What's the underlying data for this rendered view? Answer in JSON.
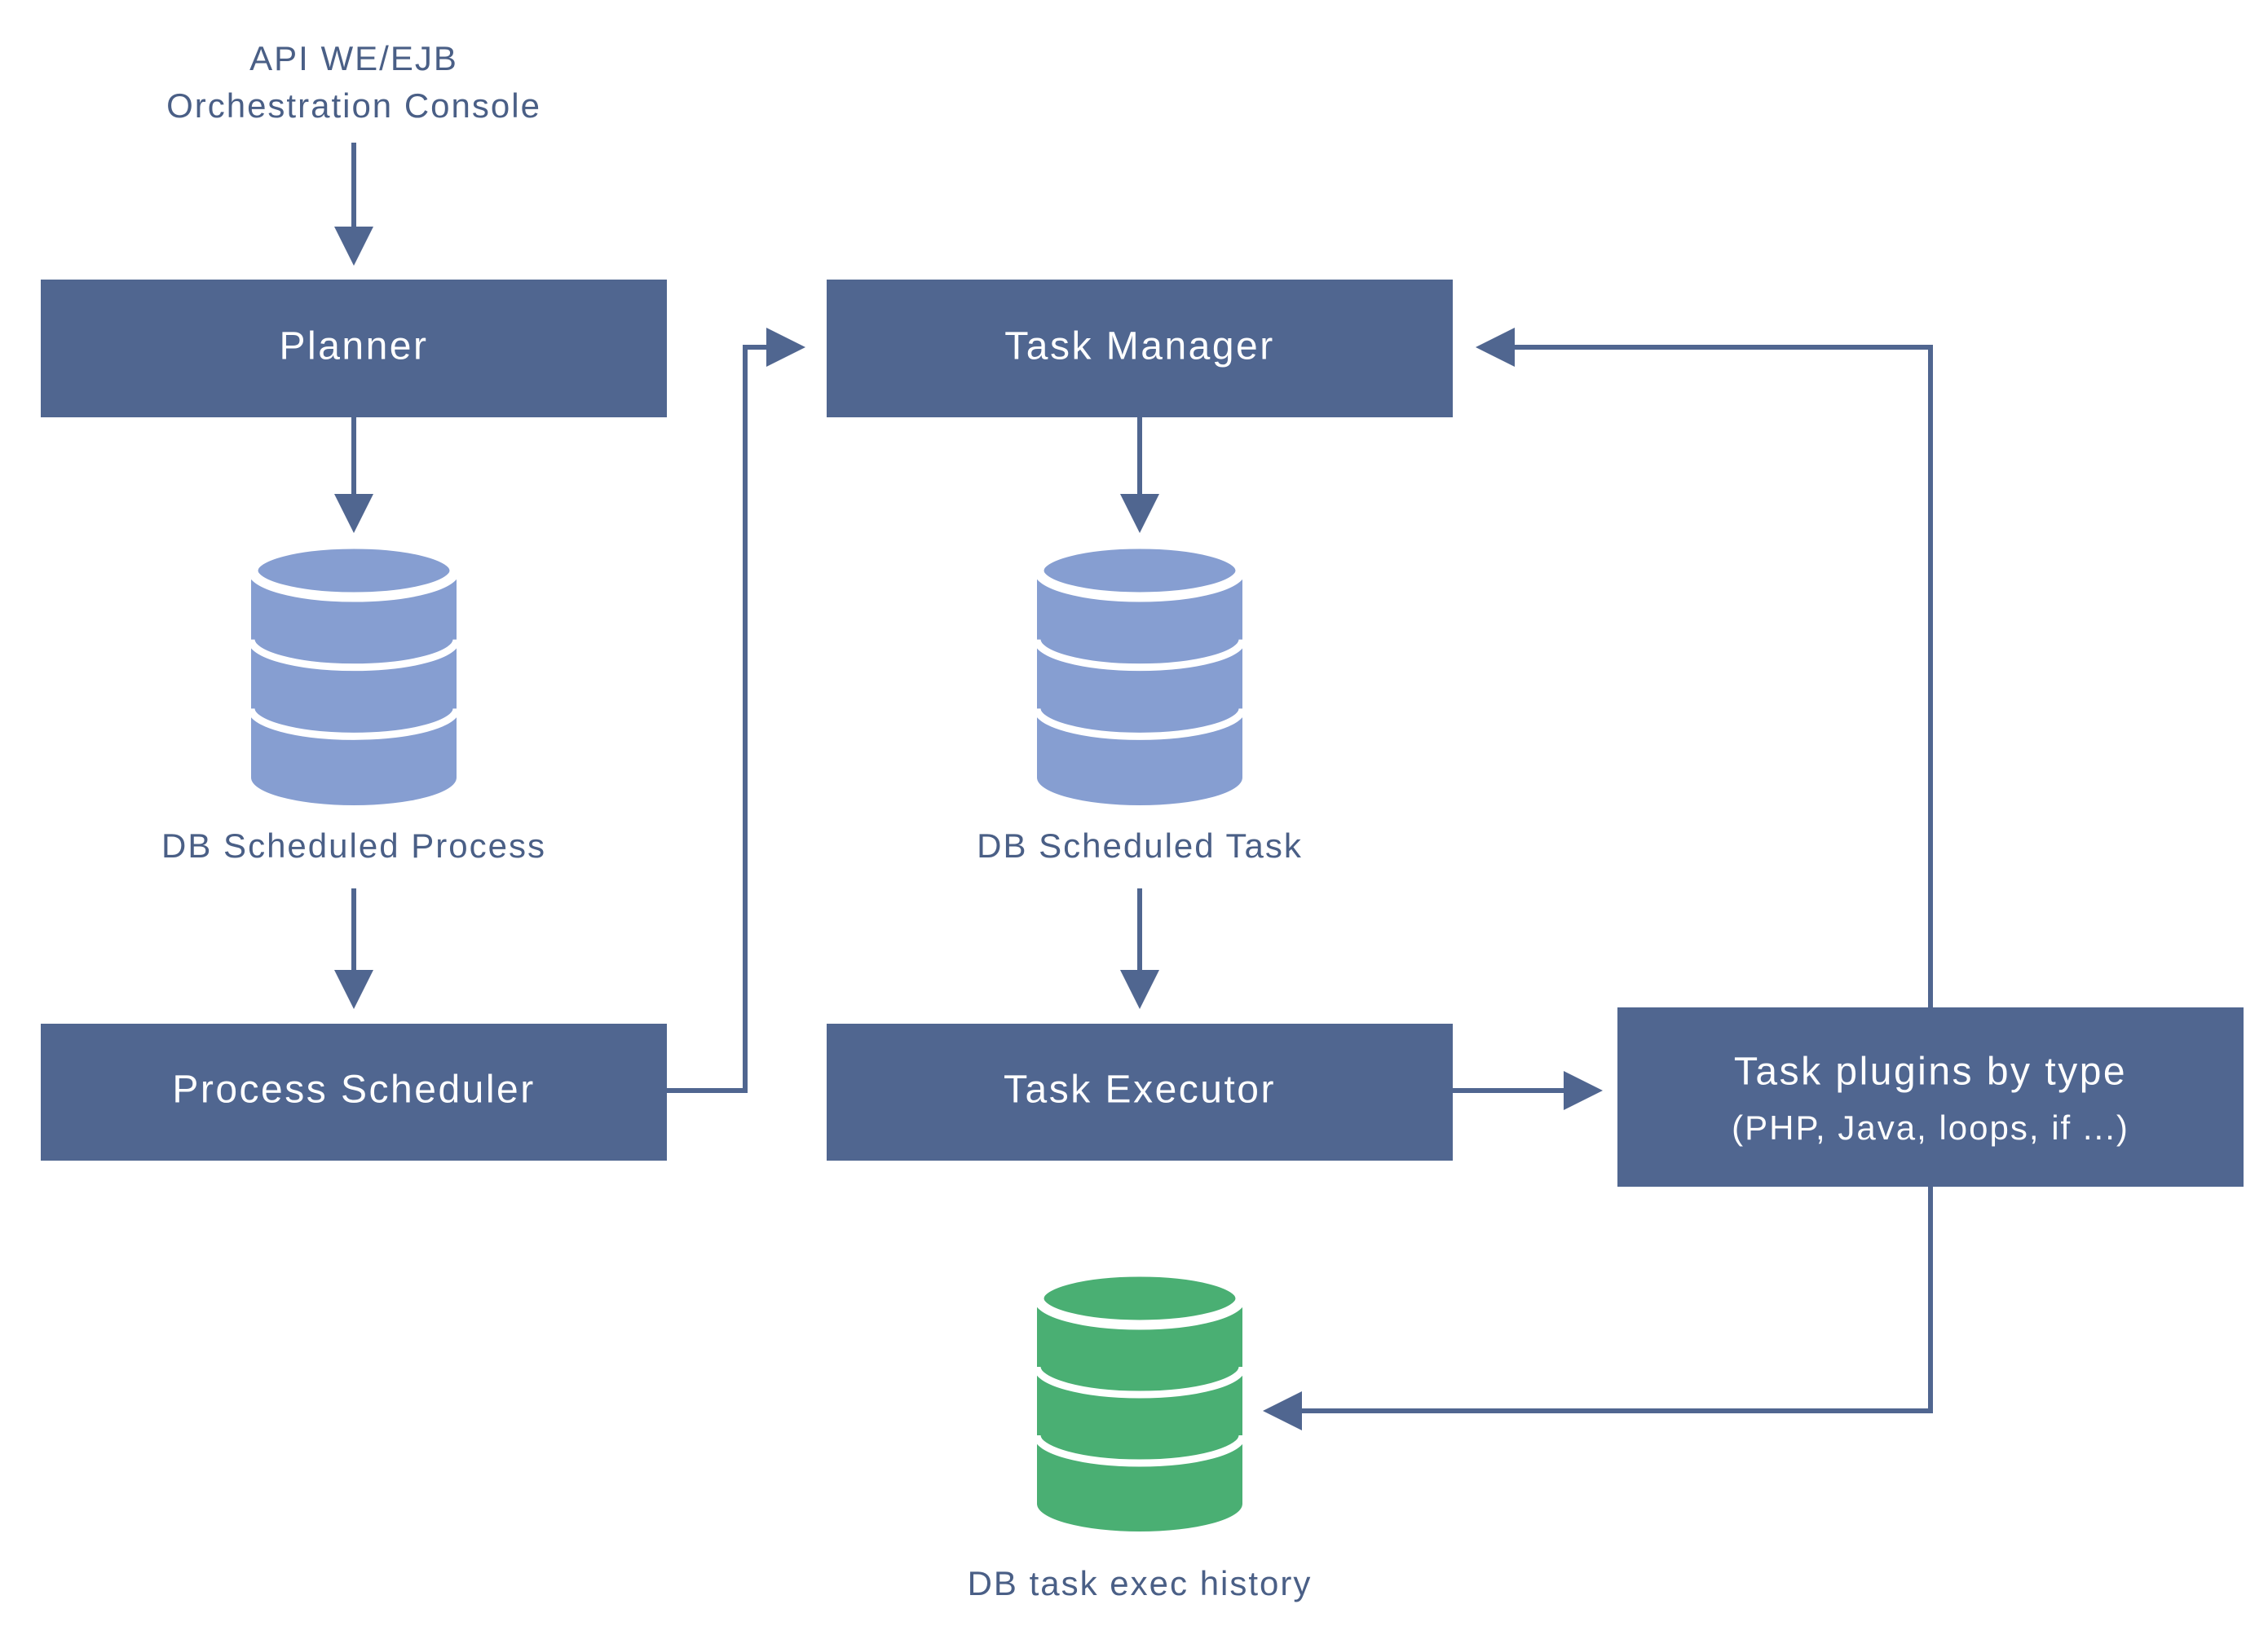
{
  "diagram": {
    "colors": {
      "box": "#506690",
      "box_text": "#ffffff",
      "caption_text": "#4a5f86",
      "edge": "#506690",
      "db_blue": "#869ed1",
      "db_green": "#4aaf73"
    },
    "top_label": {
      "line1": "API WE/EJB",
      "line2": "Orchestration Console"
    },
    "nodes": {
      "planner": {
        "label": "Planner"
      },
      "process_scheduler": {
        "label": "Process Scheduler"
      },
      "task_manager": {
        "label": "Task Manager"
      },
      "task_executor": {
        "label": "Task Executor"
      },
      "task_plugins": {
        "label": "Task plugins by type",
        "sublabel": "(PHP, Java, loops, if ...)"
      }
    },
    "databases": {
      "scheduled_process": {
        "label": "DB Scheduled Process",
        "icon": "database-icon",
        "color": "#869ed1"
      },
      "scheduled_task": {
        "label": "DB Scheduled Task",
        "icon": "database-icon",
        "color": "#869ed1"
      },
      "exec_history": {
        "label": "DB task exec history",
        "icon": "database-icon",
        "color": "#4aaf73"
      }
    },
    "edges": [
      {
        "from": "top_label",
        "to": "planner"
      },
      {
        "from": "planner",
        "to": "scheduled_process"
      },
      {
        "from": "scheduled_process",
        "to": "process_scheduler"
      },
      {
        "from": "process_scheduler",
        "to": "task_manager"
      },
      {
        "from": "task_manager",
        "to": "scheduled_task"
      },
      {
        "from": "scheduled_task",
        "to": "task_executor"
      },
      {
        "from": "task_executor",
        "to": "task_plugins"
      },
      {
        "from": "task_plugins",
        "to": "task_manager"
      },
      {
        "from": "task_plugins",
        "to": "exec_history"
      }
    ]
  }
}
